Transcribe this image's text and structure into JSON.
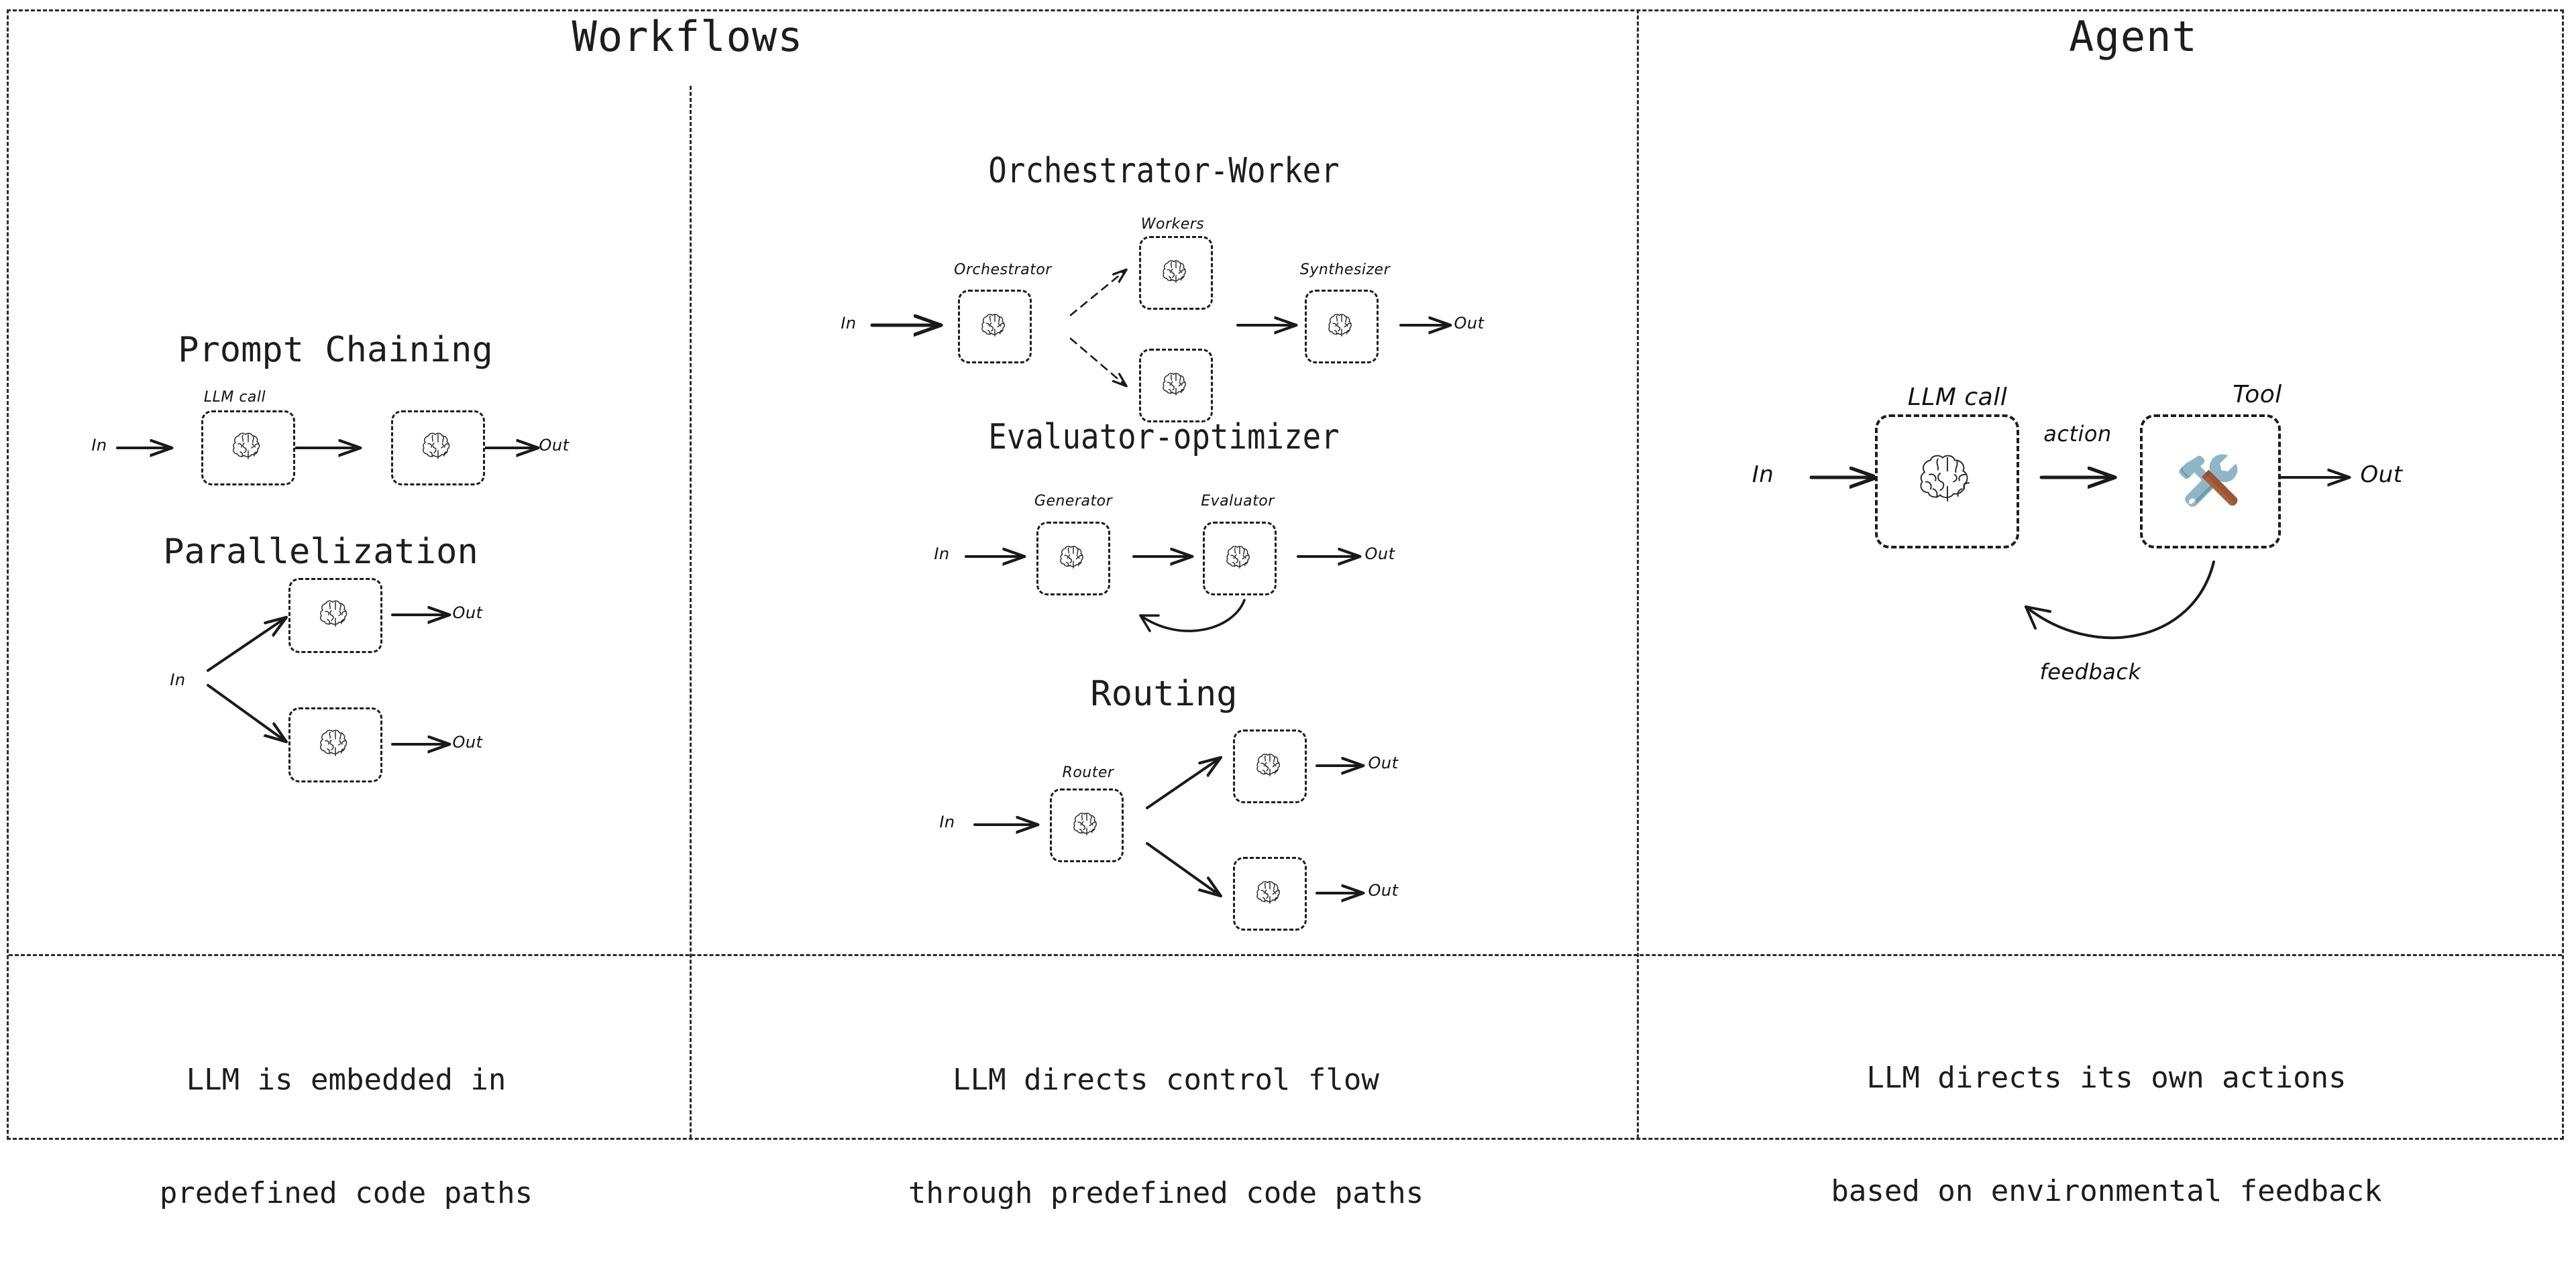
{
  "figure": {
    "headers": [
      {
        "label": "Workflows"
      },
      {
        "label": "Agent"
      }
    ],
    "captions": [
      {
        "line1": "LLM is embedded in",
        "line2": "predefined code paths"
      },
      {
        "line1": "LLM directs control flow",
        "line2": "through predefined code paths"
      },
      {
        "line1": "LLM directs its own actions",
        "line2": "based on environmental feedback"
      }
    ],
    "icons": {
      "brain": "brain-icon",
      "tool": "hammer-and-wrench-icon"
    },
    "colors": {
      "ink": "#1d1d1d",
      "tool_metal": "#8eb6c9",
      "tool_metal_dark": "#5b7f91",
      "tool_handle": "#a9603c",
      "tool_handle_dark": "#8a4c2f",
      "background": "#ffffff"
    },
    "sections": [
      {
        "id": "prompt-chaining",
        "title": "Prompt Chaining",
        "labels": {
          "in": "In",
          "out": "Out",
          "node1": "LLM call"
        }
      },
      {
        "id": "parallelization",
        "title": "Parallelization",
        "labels": {
          "in": "In",
          "out_top": "Out",
          "out_bottom": "Out"
        }
      },
      {
        "id": "orchestrator-worker",
        "title": "Orchestrator-Worker",
        "labels": {
          "in": "In",
          "out": "Out",
          "orchestrator": "Orchestrator",
          "workers": "Workers",
          "synthesizer": "Synthesizer"
        }
      },
      {
        "id": "evaluator-optimizer",
        "title": "Evaluator-optimizer",
        "labels": {
          "in": "In",
          "out": "Out",
          "generator": "Generator",
          "evaluator": "Evaluator"
        }
      },
      {
        "id": "routing",
        "title": "Routing",
        "labels": {
          "in": "In",
          "router": "Router",
          "out_top": "Out",
          "out_bottom": "Out"
        }
      },
      {
        "id": "agent",
        "title": "Agent",
        "labels": {
          "in": "In",
          "out": "Out",
          "llm_call": "LLM call",
          "tool": "Tool",
          "action": "action",
          "feedback": "feedback"
        }
      }
    ]
  }
}
